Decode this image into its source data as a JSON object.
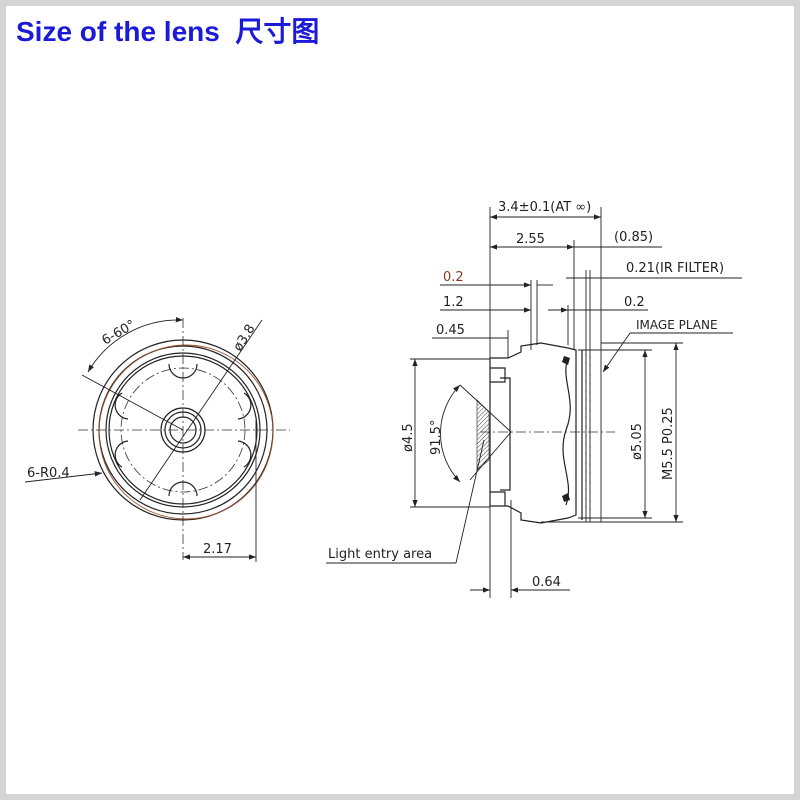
{
  "title": "Size of the lens  尺寸图",
  "front_view": {
    "angle_label": "6-60°",
    "diameter_label": "ø3.8",
    "radius_label": "6-R0.4",
    "width_label": "2.17"
  },
  "side_view": {
    "total_length_label": "3.4±0.1(AT ∞)",
    "length_label": "2.55",
    "back_focal_label": "(0.85)",
    "ir_filter_label": "0.21(IR FILTER)",
    "gap_label_a": "0.2",
    "gap_label_b": "1.2",
    "gap_label_c": "0.2",
    "front_label": "0.45",
    "image_plane_label": "IMAGE PLANE",
    "entry_diameter_label": "ø4.5",
    "fov_label": "91.5°",
    "barrel_diameter_label": "ø5.05",
    "thread_label": "M5.5 P0.25",
    "light_entry_label": "Light entry area",
    "flange_label": "0.64"
  }
}
